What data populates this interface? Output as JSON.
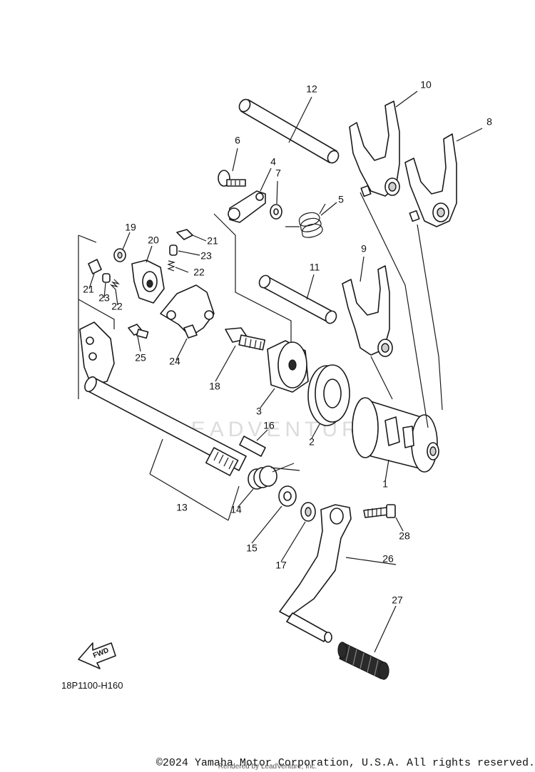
{
  "diagram": {
    "diagram_code": "18P1100-H160",
    "watermark": "LEADVENTURE",
    "fwd_label": "FWD",
    "callouts": [
      {
        "id": "c1",
        "label": "1"
      },
      {
        "id": "c2",
        "label": "2"
      },
      {
        "id": "c3",
        "label": "3"
      },
      {
        "id": "c4",
        "label": "4"
      },
      {
        "id": "c5",
        "label": "5"
      },
      {
        "id": "c6",
        "label": "6"
      },
      {
        "id": "c7",
        "label": "7"
      },
      {
        "id": "c8",
        "label": "8"
      },
      {
        "id": "c9",
        "label": "9"
      },
      {
        "id": "c10",
        "label": "10"
      },
      {
        "id": "c11",
        "label": "11"
      },
      {
        "id": "c12",
        "label": "12"
      },
      {
        "id": "c13",
        "label": "13"
      },
      {
        "id": "c14",
        "label": "14"
      },
      {
        "id": "c15",
        "label": "15"
      },
      {
        "id": "c16",
        "label": "16"
      },
      {
        "id": "c17",
        "label": "17"
      },
      {
        "id": "c18",
        "label": "18"
      },
      {
        "id": "c19",
        "label": "19"
      },
      {
        "id": "c20",
        "label": "20"
      },
      {
        "id": "c21a",
        "label": "21"
      },
      {
        "id": "c21b",
        "label": "21"
      },
      {
        "id": "c22a",
        "label": "22"
      },
      {
        "id": "c22b",
        "label": "22"
      },
      {
        "id": "c23a",
        "label": "23"
      },
      {
        "id": "c23b",
        "label": "23"
      },
      {
        "id": "c24",
        "label": "24"
      },
      {
        "id": "c25",
        "label": "25"
      },
      {
        "id": "c26",
        "label": "26"
      },
      {
        "id": "c27",
        "label": "27"
      },
      {
        "id": "c28",
        "label": "28"
      }
    ]
  },
  "footer": {
    "copyright": "©2024 Yamaha Motor Corporation, U.S.A. All rights reserved.",
    "rendered_by": "Rendered by LeadVenture, Inc."
  }
}
